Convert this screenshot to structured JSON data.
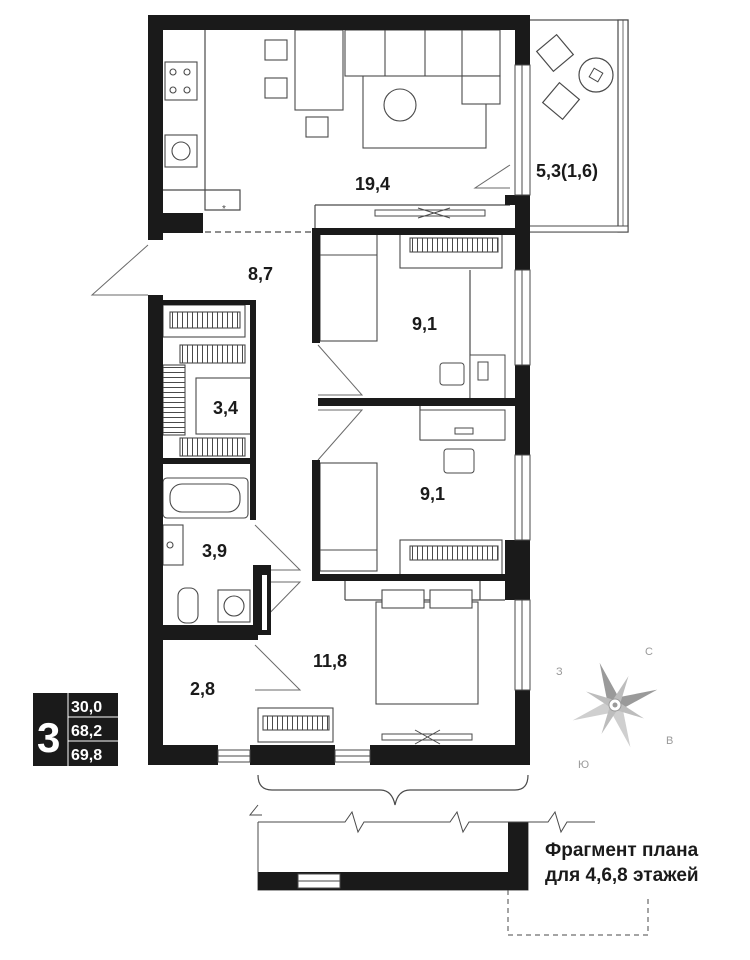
{
  "rooms": {
    "living_kitchen": "19,4",
    "balcony": "5,3(1,6)",
    "hall": "8,7",
    "bedroom_1": "9,1",
    "wardrobe": "3,4",
    "bedroom_2": "9,1",
    "bathroom": "3,9",
    "corridor": "2,8",
    "master_bedroom": "11,8"
  },
  "apartment": {
    "rooms_count": "3",
    "areas": [
      "30,0",
      "68,2",
      "69,8"
    ]
  },
  "compass": {
    "north": "С",
    "west": "З",
    "east": "В",
    "south": "Ю"
  },
  "caption": {
    "line1": "Фрагмент плана",
    "line2": "для 4,6,8 этажей"
  },
  "colors": {
    "wall": "#1a1a1a",
    "furniture": "#4a4a4a",
    "light": "#9a9a9a",
    "background": "#ffffff"
  }
}
